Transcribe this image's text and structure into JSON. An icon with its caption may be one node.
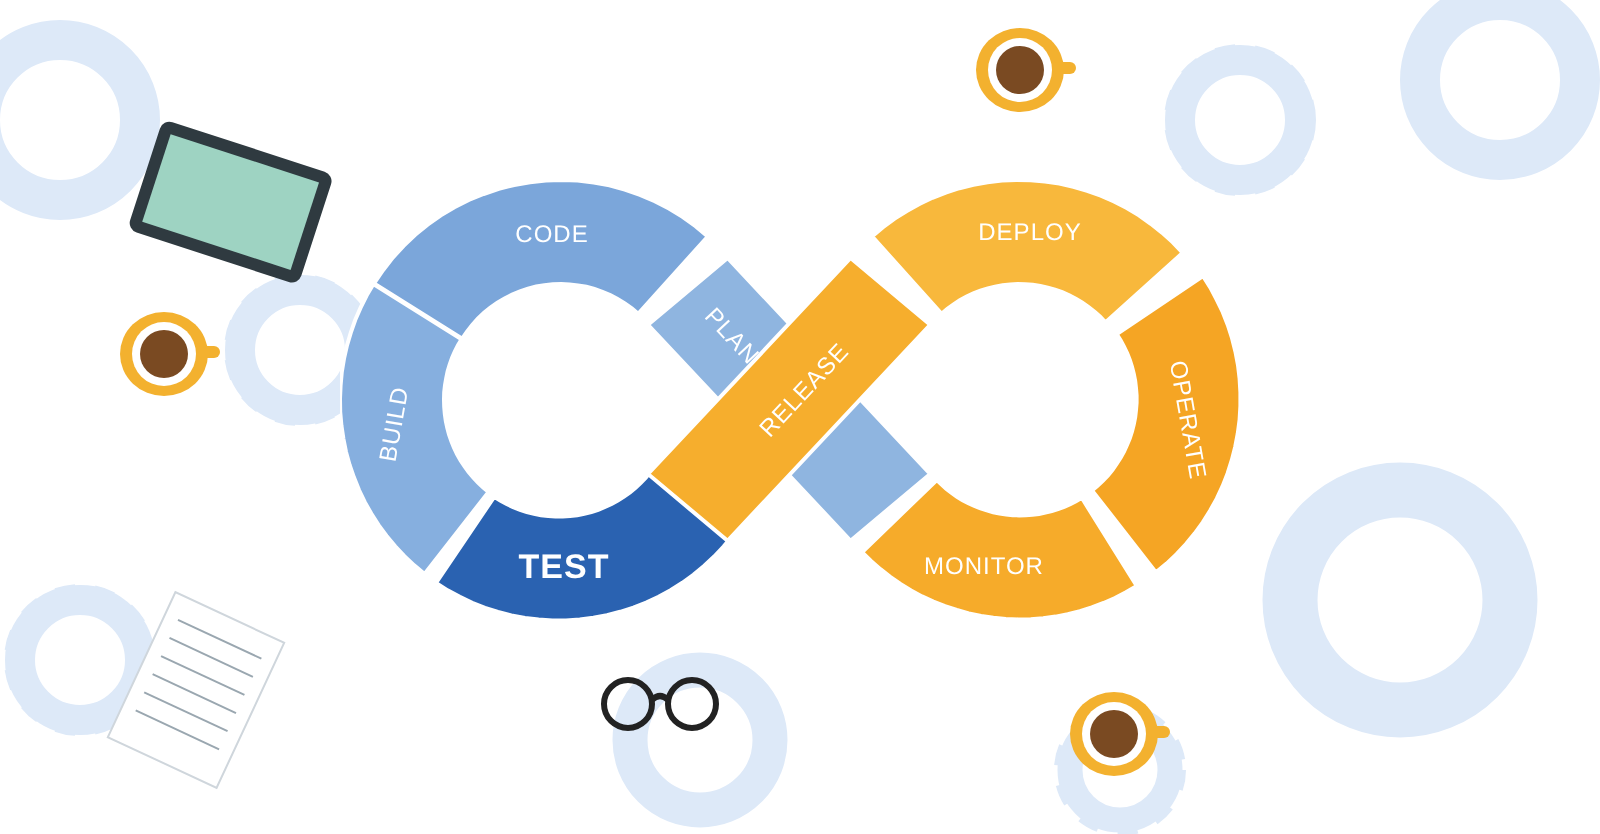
{
  "diagram": {
    "nodes": [
      {
        "text": [
          "CODE"
        ]
      },
      {
        "text": [
          "BUILD"
        ]
      },
      {
        "text": [
          "TEST"
        ]
      },
      {
        "text": [
          "PLAN"
        ]
      },
      {
        "text": [
          "RELEASE"
        ]
      },
      {
        "text": [
          "DEPLOY"
        ]
      },
      {
        "text": [
          "OPERATE"
        ]
      },
      {
        "text": [
          "MONITOR"
        ]
      }
    ]
  }
}
